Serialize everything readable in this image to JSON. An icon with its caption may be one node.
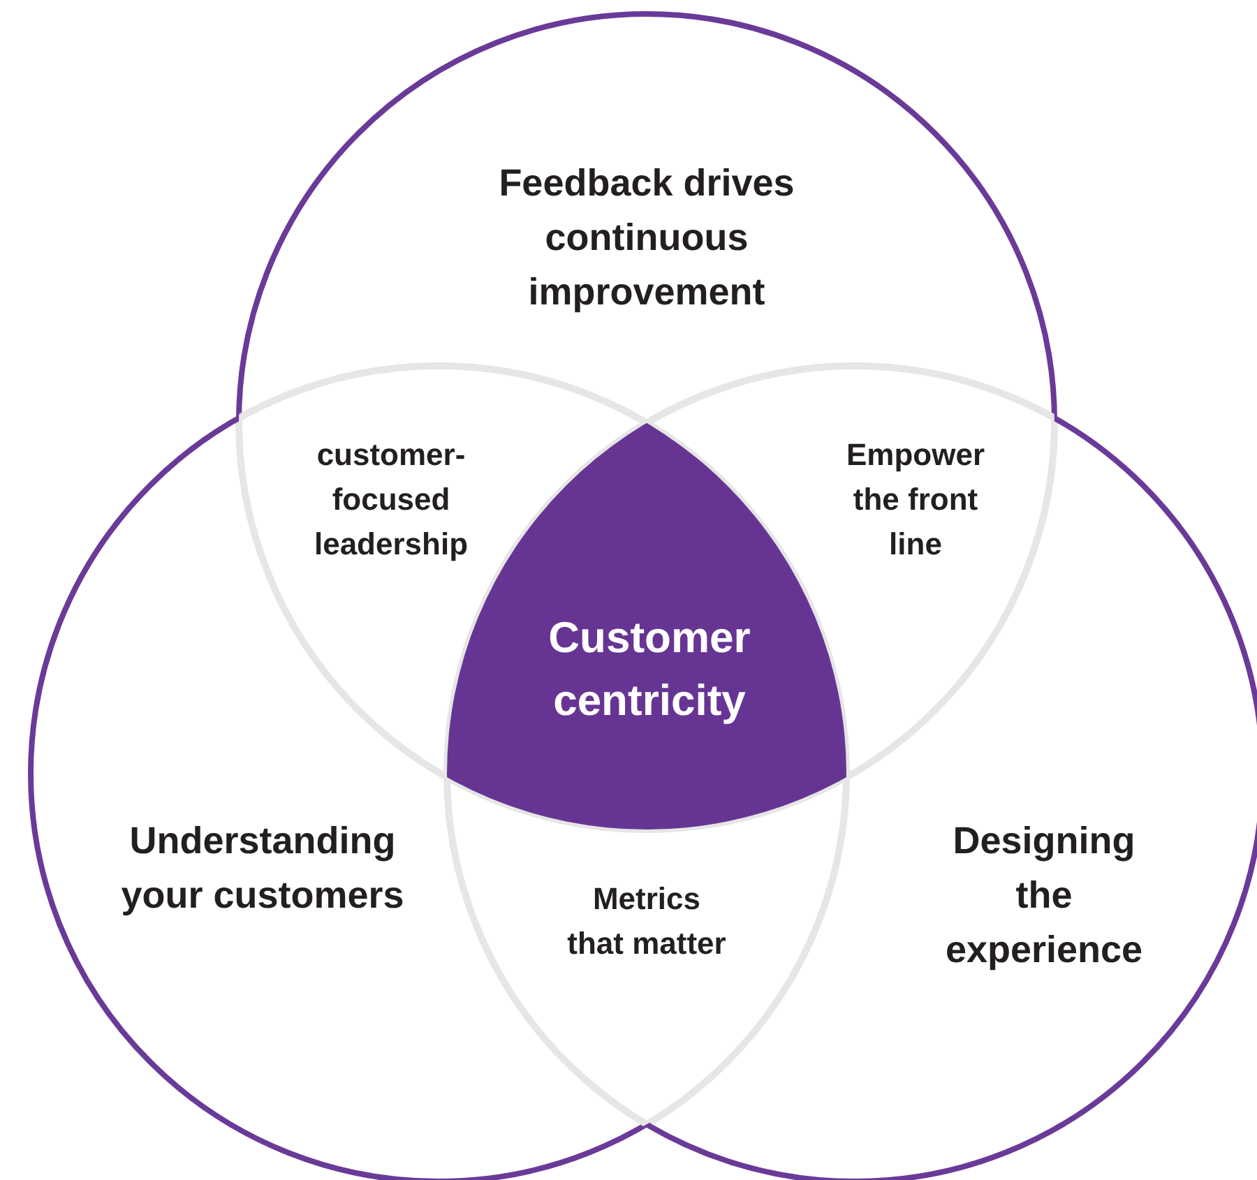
{
  "diagram": {
    "nodes": [
      {
        "text": [
          "Feedback drives continuous improvement"
        ]
      },
      {
        "text": [
          "Understanding your customers"
        ]
      },
      {
        "text": [
          "Designing the experience"
        ]
      },
      {
        "text": [
          "Customer centricity"
        ]
      }
    ],
    "labels": [
      "customer-focused leadership",
      "Empower the front line",
      "Metrics that matter"
    ]
  }
}
